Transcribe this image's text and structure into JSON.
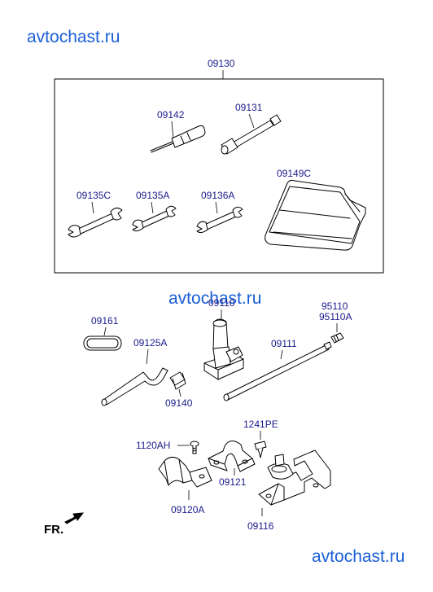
{
  "watermarks": [
    "avtochast.ru",
    "avtochast.ru",
    "avtochast.ru"
  ],
  "labels": {
    "kit": "09130",
    "screwdriver": "09142",
    "socket_bar": "09131",
    "wrench_c": "09135C",
    "wrench_a": "09135A",
    "wrench_36a": "09136A",
    "tool_bag": "09149C",
    "jack": "09110",
    "band": "09161",
    "handle": "09125A",
    "jack_bar": "09111",
    "nut": "95110",
    "nut_a": "95110A",
    "clip": "09140",
    "screw_pe": "1241PE",
    "bolt_ah": "1120AH",
    "bracket_121": "09121",
    "bracket_120a": "09120A",
    "holder": "09116"
  },
  "front_marker": "FR."
}
